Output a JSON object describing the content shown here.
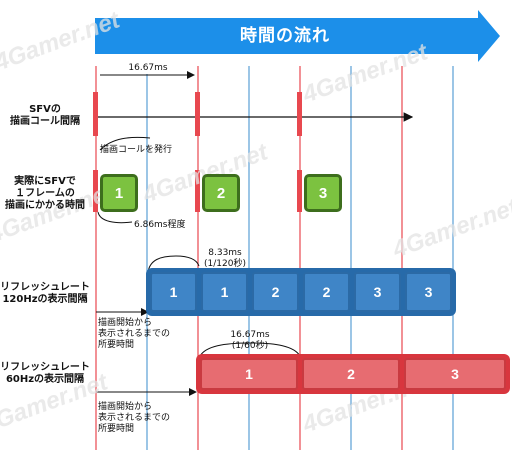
{
  "title": "時間の流れ",
  "watermark": "4Gamer.net",
  "row_labels": {
    "sfv_call": "SFVの\n描画コール間隔",
    "sfv_actual": "実際にSFVで\n１フレームの\n描画にかかる時間",
    "refresh_120": "リフレッシュレート\n120Hzの表示間隔",
    "refresh_60": "リフレッシュレート\n60Hzの表示間隔"
  },
  "annotations": {
    "interval_16": "16.67ms",
    "draw_call_issue": "描画コールを発行",
    "draw_time": "6.86ms程度",
    "interval_8": "8.33ms\n(1/120秒)",
    "latency_120": "描画開始から\n表示されるまでの\n所要時間",
    "interval_16_60": "16.67ms\n(1/60秒)",
    "latency_60": "描画開始から\n表示されるまでの\n所要時間"
  },
  "frames_sfv": [
    "1",
    "2",
    "3"
  ],
  "frames_120hz": [
    "1",
    "1",
    "2",
    "2",
    "3",
    "3"
  ],
  "frames_60hz": [
    "1",
    "2",
    "3"
  ],
  "colors": {
    "title_arrow": "#1c8fe9",
    "red_line": "#e8484f",
    "blue_line": "#5b9fd6",
    "green_fill": "#7cc240",
    "blue_fill": "#3f85c7",
    "red_fill": "#e76c71"
  }
}
